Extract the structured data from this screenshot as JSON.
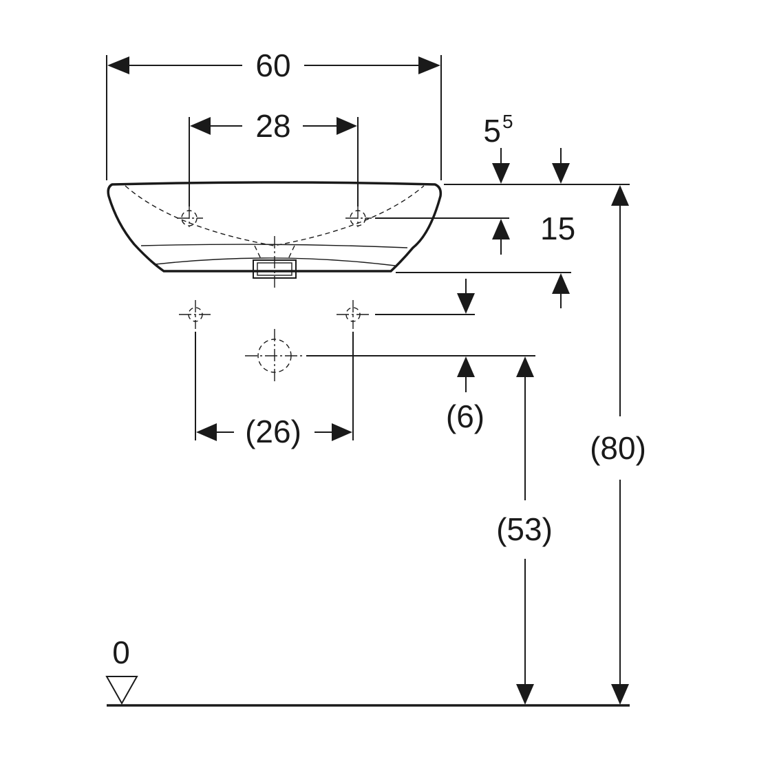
{
  "dimensions": {
    "overall_width": "60",
    "tap_hole_spacing": "28",
    "rim_offset_base": "5",
    "rim_offset_sup": "5",
    "basin_depth": "15",
    "supply_spacing": "(26)",
    "supply_offset": "(6)",
    "waste_height": "(53)",
    "rim_height": "(80)"
  },
  "datum": {
    "label": "0"
  },
  "colors": {
    "line": "#1a1a1a",
    "background": "#ffffff"
  }
}
